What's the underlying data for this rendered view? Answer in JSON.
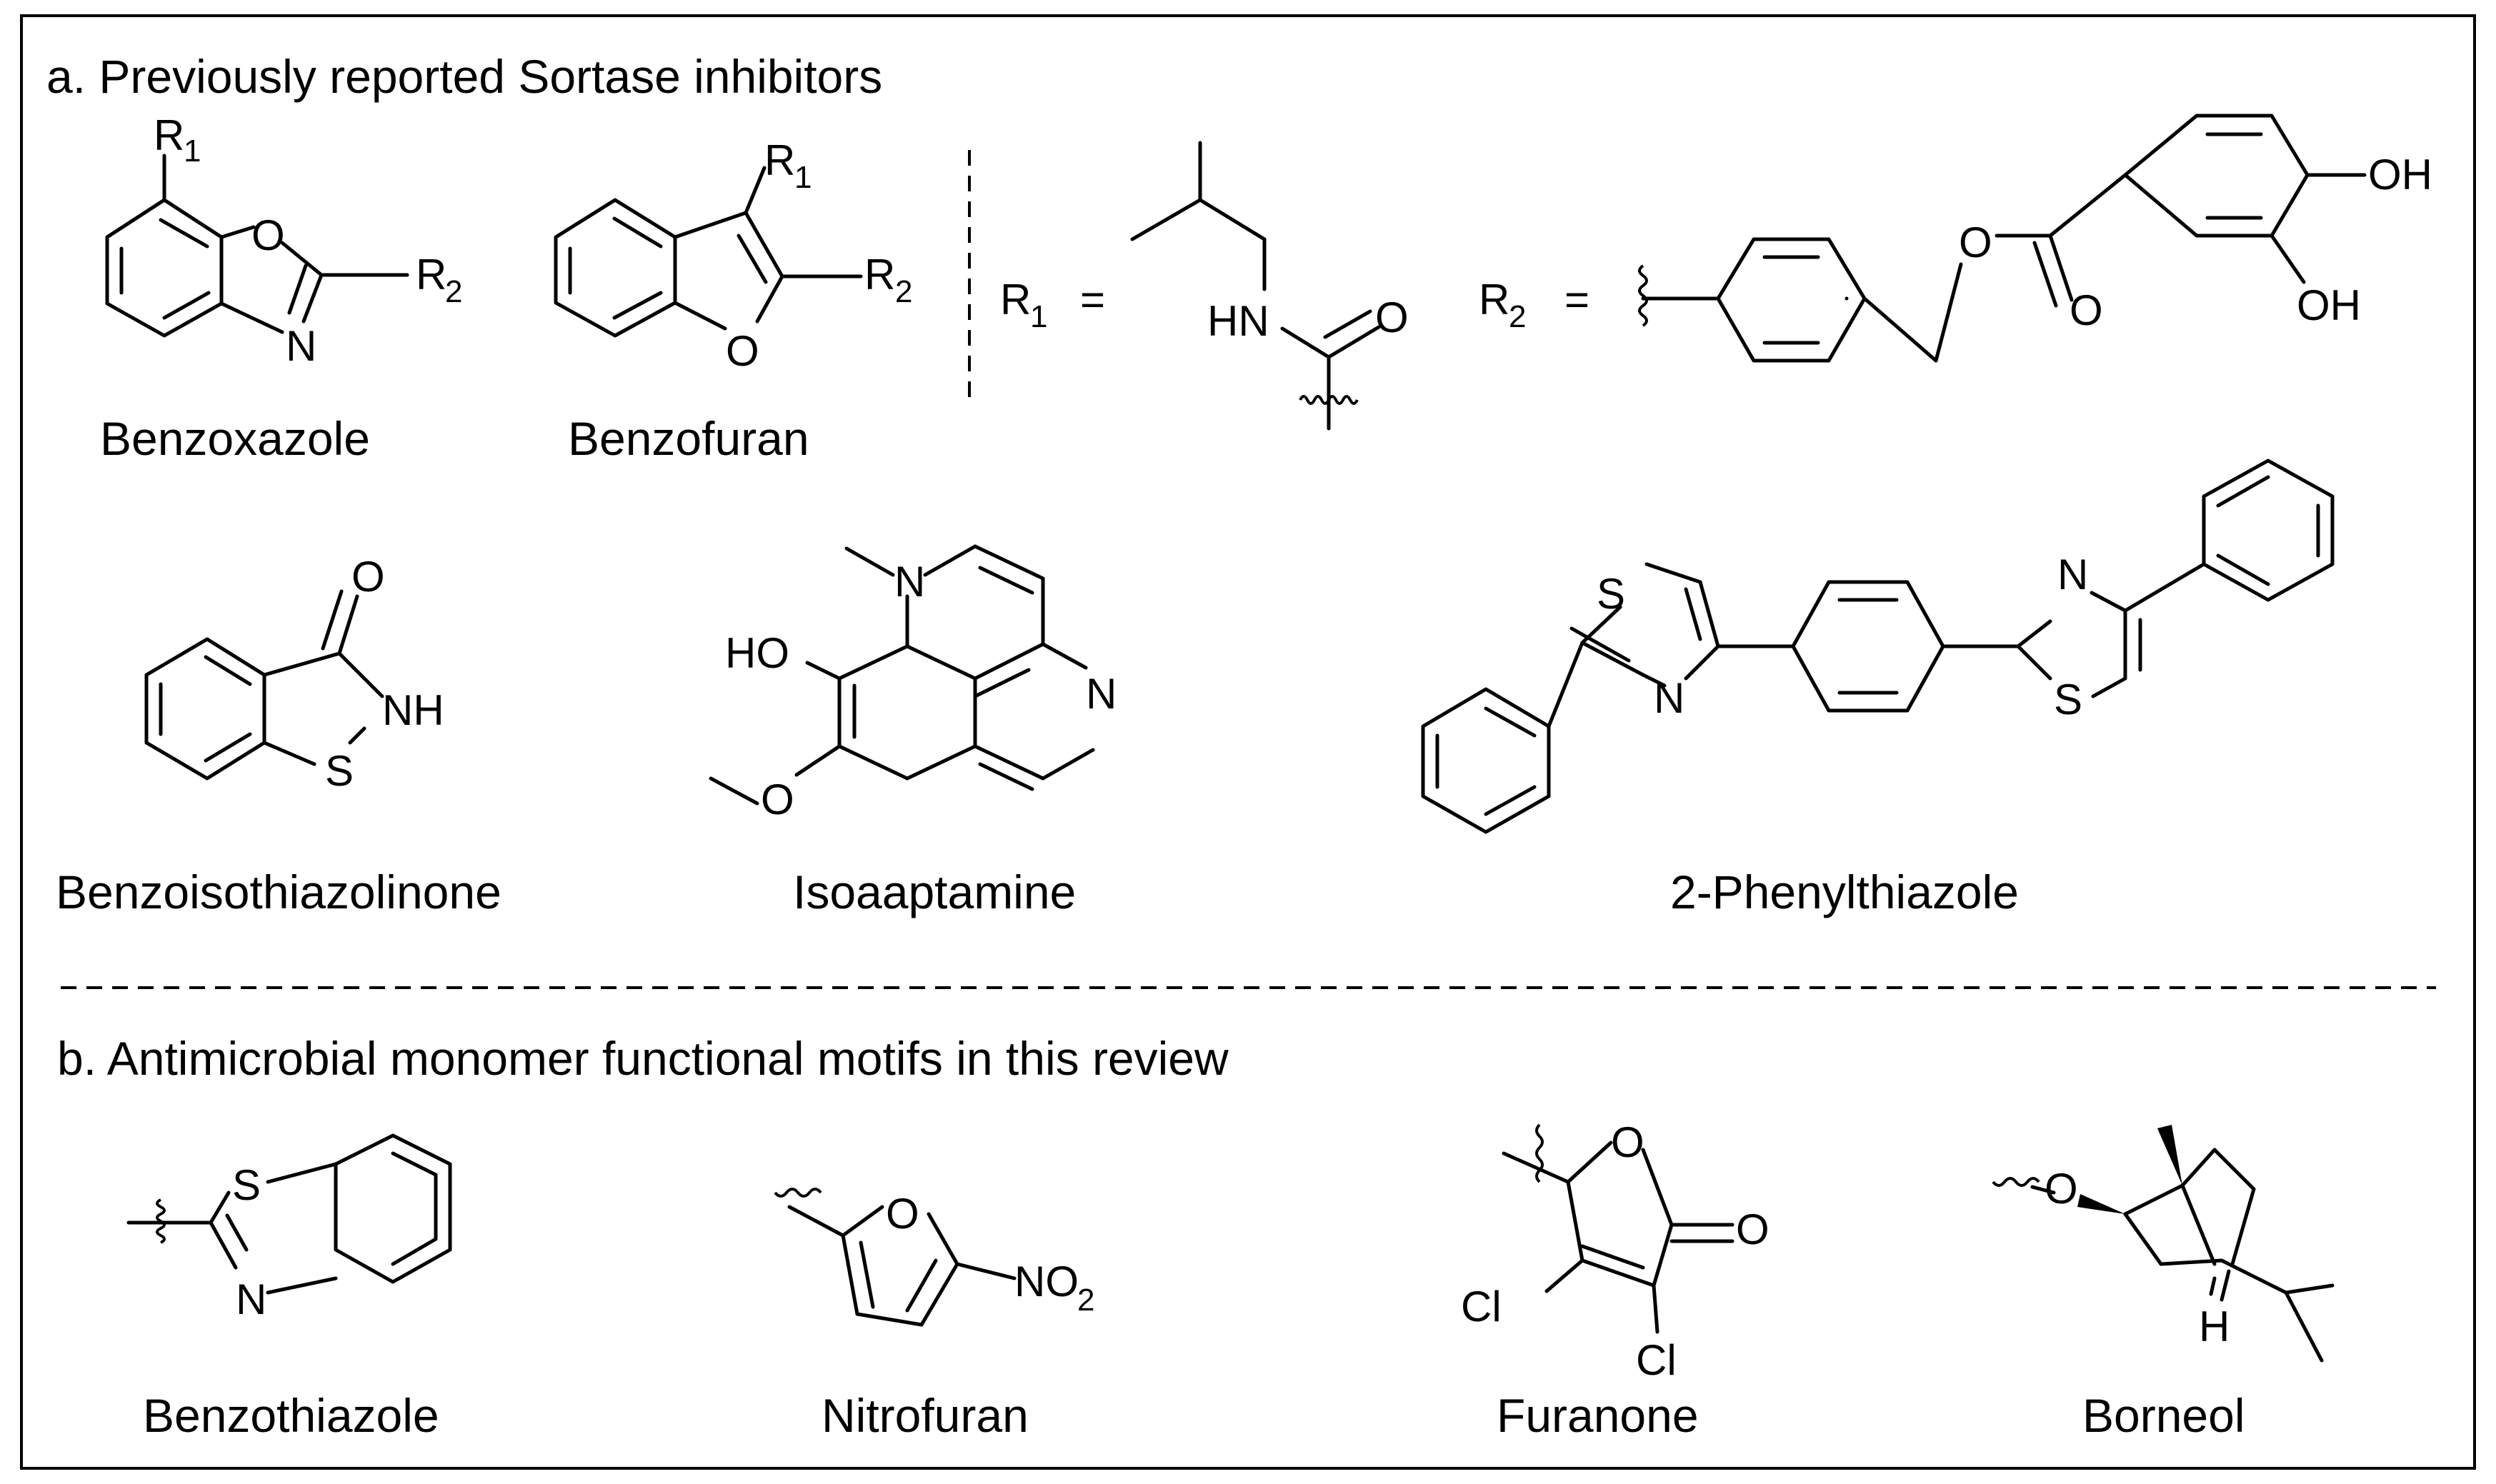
{
  "section_a_title": "a. Previously reported Sortase inhibitors",
  "section_b_title": "b. Antimicrobial monomer functional motifs in this review",
  "compounds": {
    "benzoxazole": "Benzoxazole",
    "benzofuran": "Benzofuran",
    "benzoisothiazolinone": "Benzoisothiazolinone",
    "isoaptamine": "Isoaaptamine",
    "phenylthiazole": "2-Phenylthiazole",
    "benzothiazole": "Benzothiazole",
    "nitrofuran": "Nitrofuran",
    "furanone": "Furanone",
    "borneol": "Borneol"
  },
  "atoms": {
    "R": "R",
    "sub1": "1",
    "sub2": "2",
    "O": "O",
    "N": "N",
    "S": "S",
    "NH": "NH",
    "HN": "HN",
    "HO": "HO",
    "OH": "OH",
    "Cl": "Cl",
    "H": "H",
    "NO": "NO",
    "equals": "="
  }
}
